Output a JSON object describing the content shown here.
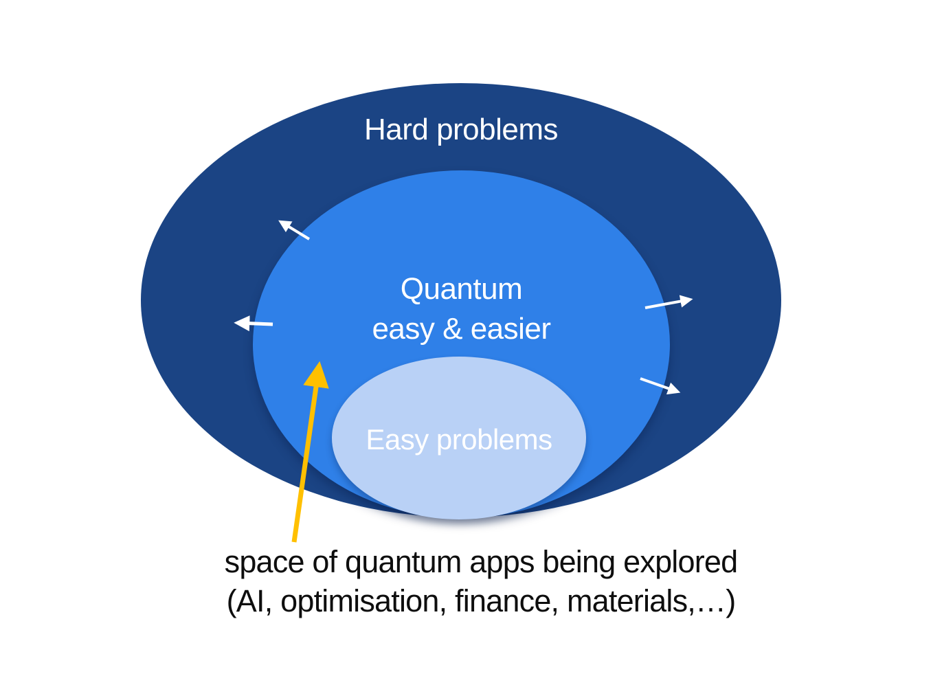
{
  "diagram": {
    "outer_label": "Hard problems",
    "middle_label_line1": "Quantum",
    "middle_label_line2": "easy & easier",
    "inner_label": "Easy problems"
  },
  "caption": {
    "line1": "space of quantum apps being explored",
    "line2": "(AI, optimisation, finance, materials,…)"
  },
  "icons": {
    "outward_arrow_upper_left": "↖",
    "outward_arrow_left": "←",
    "outward_arrow_right": "→",
    "outward_arrow_lower_right": "↘",
    "caption_pointer_arrow": "↑"
  },
  "colors": {
    "outer_ellipse": "#1B4484",
    "middle_ellipse": "#2F80E8",
    "inner_ellipse": "#B9D1F6",
    "arrow_white": "#FFFFFF",
    "arrow_gold": "#FFC000",
    "label_text": "#FFFFFF",
    "caption_text": "#0E0E0E",
    "page_bg": "#FFFFFF"
  }
}
